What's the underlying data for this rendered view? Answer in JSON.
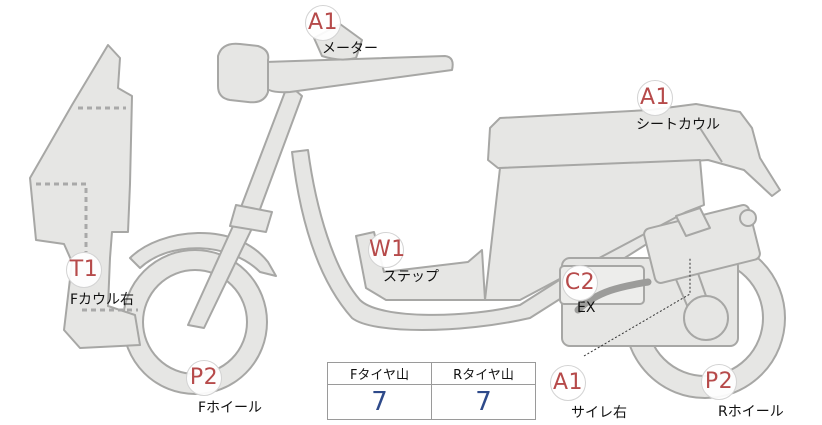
{
  "colors": {
    "body_fill": "#e6e6e4",
    "body_stroke": "#a7a7a5",
    "code_text": "#b64a4a",
    "value_text": "#2e4a8a"
  },
  "annotations": [
    {
      "id": "meter",
      "code": "A1",
      "label": "メーター"
    },
    {
      "id": "seat-cowl",
      "code": "A1",
      "label": "シートカウル"
    },
    {
      "id": "step",
      "code": "W1",
      "label": "ステップ"
    },
    {
      "id": "front-cowl-right",
      "code": "T1",
      "label": "Fカウル右"
    },
    {
      "id": "exhaust",
      "code": "C2",
      "label": "EX"
    },
    {
      "id": "front-wheel",
      "code": "P2",
      "label": "Fホイール"
    },
    {
      "id": "muffler-right",
      "code": "A1",
      "label": "サイレ右"
    },
    {
      "id": "rear-wheel",
      "code": "P2",
      "label": "Rホイール"
    }
  ],
  "tire_table": {
    "headers": [
      "Fタイヤ山",
      "Rタイヤ山"
    ],
    "values": [
      "7",
      "7"
    ]
  }
}
